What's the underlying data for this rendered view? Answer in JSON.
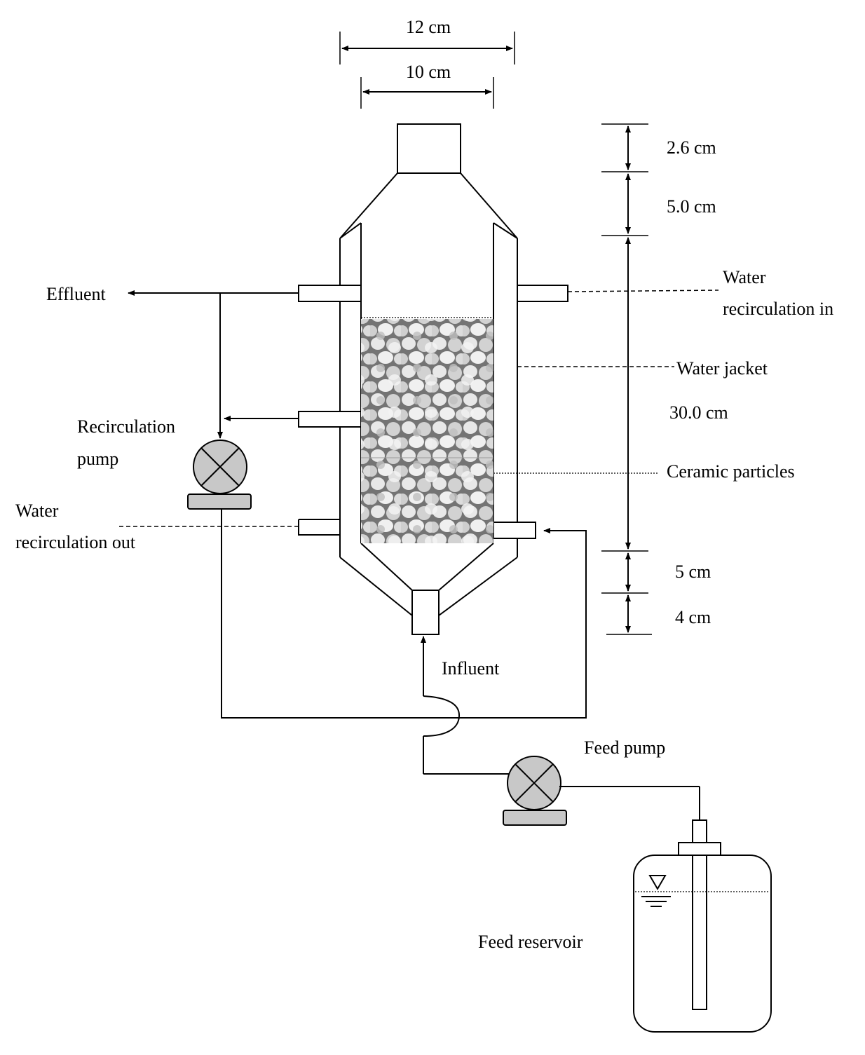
{
  "dimensions": {
    "outer_width": "12 cm",
    "inner_width": "10 cm",
    "top_outlet_height": "2.6 cm",
    "upper_cone_height": "5.0 cm",
    "bed_height": "30.0 cm",
    "lower_cone_height": "5 cm",
    "inlet_height": "4 cm"
  },
  "labels": {
    "effluent": "Effluent",
    "recirculation_pump_line1": "Recirculation",
    "recirculation_pump_line2": "pump",
    "water_recirc_out_line1": "Water",
    "water_recirc_out_line2": "recirculation out",
    "water_recirc_in_line1": "Water",
    "water_recirc_in_line2": "recirculation in",
    "water_jacket": "Water jacket",
    "ceramic_particles": "Ceramic particles",
    "influent": "Influent",
    "feed_pump": "Feed pump",
    "feed_reservoir": "Feed reservoir"
  },
  "colors": {
    "line": "#000000",
    "pump_fill": "#c8c8c8",
    "particles_bg": "#6e6e6e",
    "particle": "#e4e4e4"
  }
}
